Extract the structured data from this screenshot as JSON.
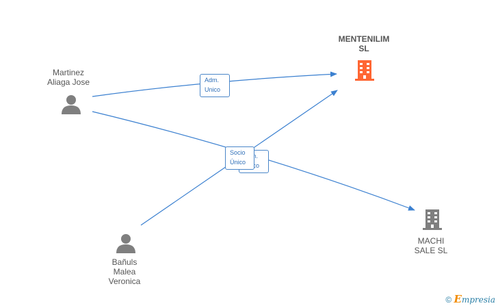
{
  "nodes": {
    "mentenilim": {
      "label": "MENTENILIM\nSL",
      "icon": "building-icon",
      "color": "#ff6633"
    },
    "martinez": {
      "label": "Martinez\nAliaga Jose",
      "icon": "person-icon",
      "color": "#7f7f7f"
    },
    "banuls": {
      "label": "Bañuls\nMalea\nVeronica",
      "icon": "person-icon",
      "color": "#7f7f7f"
    },
    "machi": {
      "label": "MACHI\nSALE  SL",
      "icon": "building-icon",
      "color": "#7f7f7f"
    }
  },
  "edges": [
    {
      "from": "martinez",
      "to": "mentenilim",
      "label": "Adm.\nUnico"
    },
    {
      "from": "martinez",
      "to": "machi",
      "label": "Adm.\nUnico"
    },
    {
      "from": "banuls",
      "to": "mentenilim",
      "label": "Socio\nÚnico"
    }
  ],
  "colors": {
    "edge": "#3b80d0",
    "label_border": "#4a86c8"
  },
  "footer": {
    "copyright": "©",
    "brand_first": "E",
    "brand_rest": "mpresia"
  }
}
